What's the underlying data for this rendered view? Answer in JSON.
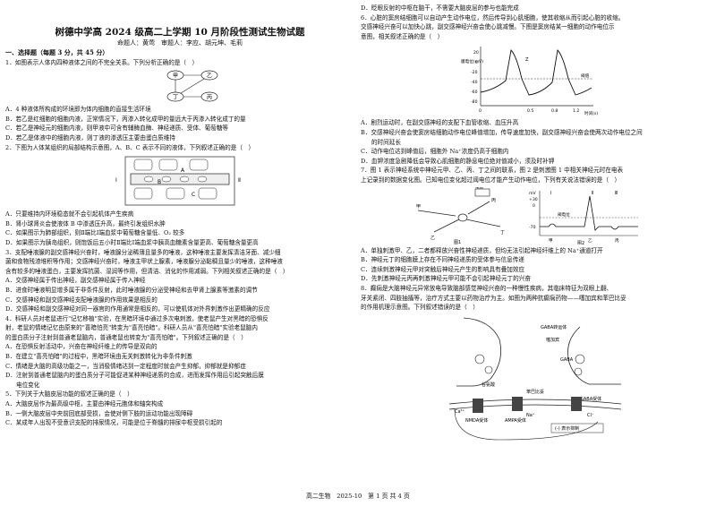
{
  "header": {
    "title": "树德中学高 2024 级高二上学期 10 月阶段性测试生物试题",
    "authors": "命题人：黄莺　审题人：李应、胡元坤、毛莉",
    "section": "一、选择题（每题 3 分，共 45 分）"
  },
  "left_lines": [
    "1．如图表示人体内四种液体之间的不完全关系。下列分析正确的是（　）",
    "A．4 种液体所构成的环境即为体内细胞的直接生活环境",
    "B．若乙是红细胞的细胞内液，正常情况下，丙渗入转化成甲的量远大于丙渗入转化成丁的量",
    "C．若乙是神经元的细胞内液，则甲液中可含有辅酶血酶、神经递质、受体、葡萄糖等",
    "D．若乙是体液中的细胞内液，则丁液的渗透压主要由蛋白质维持",
    "2．下图为人体某组织的局部结构示意图，A、B、C 表示不同的液体，下列叙述正确的是（　）",
    "A．只要维持内环境稳态就不会引起机体产生疾病",
    "B．肾小球肾炎会使液体 B 中渗透压升高，最终引发组织水肿",
    "C．如果图示为肺部组织，则Ⅱ端比Ⅰ端血浆中葡萄糖含量低、O₂ 较多",
    "D．如果图示为胰岛组织，则饱饭后五小时Ⅱ端比Ⅰ端血浆中胰高血糖素含量更高、葡萄糖含量更高",
    "3．支配唾液腺的副交感神经兴奋时，唾液腺分泌稀薄且量多的唾液，这种唾液主要发挥清洁牙面、减少细",
    "菌和食物残渣堆积等作用；交感神经兴奋时，唾液主甲状上腺素，唾液腺分泌黏稠且量少的唾液，这种唾液",
    "含有较多的唾液蛋白，主要发挥抗菌、湿润等作用，但清洁、消化的作用减弱。下列相关叙述正确的是（　）",
    "A．交感神经属于传出神经，副交感神经属于传入神经",
    "B．进食时唾液明显增多属于非条件反射，此时唾液腺的分泌受神经和去甲肾上腺素等激素的调节",
    "C．交感神经和副交感神经支配唾液腺的作用效果是相反的",
    "D．交感神经和副交感神经对同一器官的作用通常是相反的，可以使机体对外界刺激作出更精确的反应",
    "4．科研人员对老鼠进行\"记忆移植\"实验，在黑暗环境中通过多次电刺激，使老鼠产生对黑暗的恐惧反",
    "射，老鼠的情绪记忆由原来的\"喜暗怕亮\"转变为\"喜亮怕暗\"。科研人员从\"喜亮怕暗\"实验老鼠脑内",
    "的蛋白质分子注射到普通老鼠脑内，普通老鼠也转变为\"喜亮怕暗\"。下列叙述正确的是（　）",
    "A．在恐惧反射活动中，兴奋在神经纤维上的传导是双向的",
    "B．在建立\"喜亮怕暗\"的过程中，黑暗环境由无关刺激转化为非条件刺激",
    "C．情绪是大脑的高级功能之一，当消极情绪达到一定程度时就会产生抑郁，抑郁就是抑郁症",
    "D．注射到普通老鼠脑内的蛋白质分子可能促进某种神经递质的合成，进而发挥作用后引起突触后膜",
    "电位变化",
    "5．下列关于大脑皮层功能的叙述正确的是（　）",
    "A．大脑皮层作为最高级中枢，主要由神经元胞体和轴突构成",
    "B．一侧大脑皮层中央前回底部受损，会使对侧下肢的运动功能出现障碍",
    "C．某成年人出现不受意识支配的排尿情况，可能是位于脊髓的排尿中枢受损引起的"
  ],
  "right_lines_a": [
    "D．眨眼反射的中枢在脑干，不需要大脑皮层的参与也能完成",
    "6．心脏的窦房结细胞可以自动产生动作电位，然后传导到心肌细胞，使其收缩从而引起心脏的收缩。",
    "交感神经兴奋可以加快心跳，副交感神经兴奋会使心跳减慢。下图是窦房结某一细胞的动作电位示",
    "意图，相关叙述正确的是（　）"
  ],
  "right_lines_b": [
    "A．剧烈运动时，在副交感神经的支配下血管收缩、血压升高",
    "B．交感神经兴奋会使窦房结细胞动作电位峰值增加，传导速度加快，副交感神经兴奋会使两次动作电位之间",
    "的时间延长",
    "C．动作电位达到峰值后，细胞外 Na⁺浓度仍高于细胞内",
    "D．血钾浓度急剧降低会导致心肌细胞的静息电位绝对值减小，须及时补钾",
    "7．图 1 表示神经系统中神经元甲、乙、丙、丁之间的联系，图 2 是刺激图 1 中相关神经元时在电表",
    "上记录到的数据变化图。已知电位变化超过阈电位才能产生动作电位，下列有关说法错误的是（　）"
  ],
  "right_lines_c": [
    "A．单独刺激甲、乙，二者都释放兴奋性神经递质，但均无法引起神经纤维上的 Na⁺通道打开",
    "B．神经元丁的细胞膜上存在不同神经递质的受体参与信息传递",
    "C．连续刺激神经元甲对突触后神经元产生的影响具有叠加效应",
    "D．先刺激神经元丙再刺激神经元甲可能不会引起神经元丁的兴奋",
    "8．癫痫是大脑神经元异常放电导致脑部感觉神经兴奋的一种慢性疾病，其临床特征为双眼上翻、",
    "牙关紧闭、四肢抽搐等，治疗方式主要以药物治疗为主。如图为两种抗癫痫药物——噻加宾和苯巴比妥",
    "的作用机理示意图。下列叙述错误的是（　）"
  ],
  "figures": {
    "fig1": {
      "jia": "甲",
      "yi": "乙",
      "bing": "丙",
      "ding": "丁"
    },
    "fig2": {
      "left_end": "Ⅰ",
      "right_end": "Ⅱ",
      "a": "A",
      "b": "B",
      "c": "C"
    },
    "fig6": {
      "ylabel": "膜电位(mV)",
      "t0": "0",
      "t1": "0.5",
      "t2": "0.8",
      "t3": "1.2",
      "xlabel": "时间(s)",
      "z": "Z",
      "thr": "阈值",
      "y20": "20",
      "y0": "0",
      "y_20": "-20",
      "y_40": "-40",
      "y_60": "-60",
      "y_80": "-80"
    },
    "fig7": {
      "cap1": "图1",
      "cap2": "图2",
      "meter": "电表",
      "mv": "mV",
      "n30": "+30",
      "z0": "0",
      "n70": "-70",
      "thr": "阈电位",
      "ji": "甲",
      "yi": "乙",
      "bing": "丙",
      "ding": "丁",
      "m1": "Ⅰ",
      "m2": "Ⅱ",
      "m3": "Ⅲ",
      "rj": "甲",
      "ry": "乙",
      "rb": "丙"
    },
    "fig8": {
      "gaba_recov": "GABA转运体",
      "tiagabine": "噻加宾",
      "gaba": "GABA",
      "glu": "谷氨酸",
      "gaba_r": "GABA受体",
      "phenobarb": "苯巴比妥",
      "nmda": "NMDA受体",
      "ampa": "AMPA受体",
      "ca": "Ca²⁺",
      "na": "Na⁺",
      "cl": "Cl⁻",
      "legend": "(-) 表示抑制"
    }
  },
  "footer": "高二生物　2025-10　第 1 页 共 4 页"
}
